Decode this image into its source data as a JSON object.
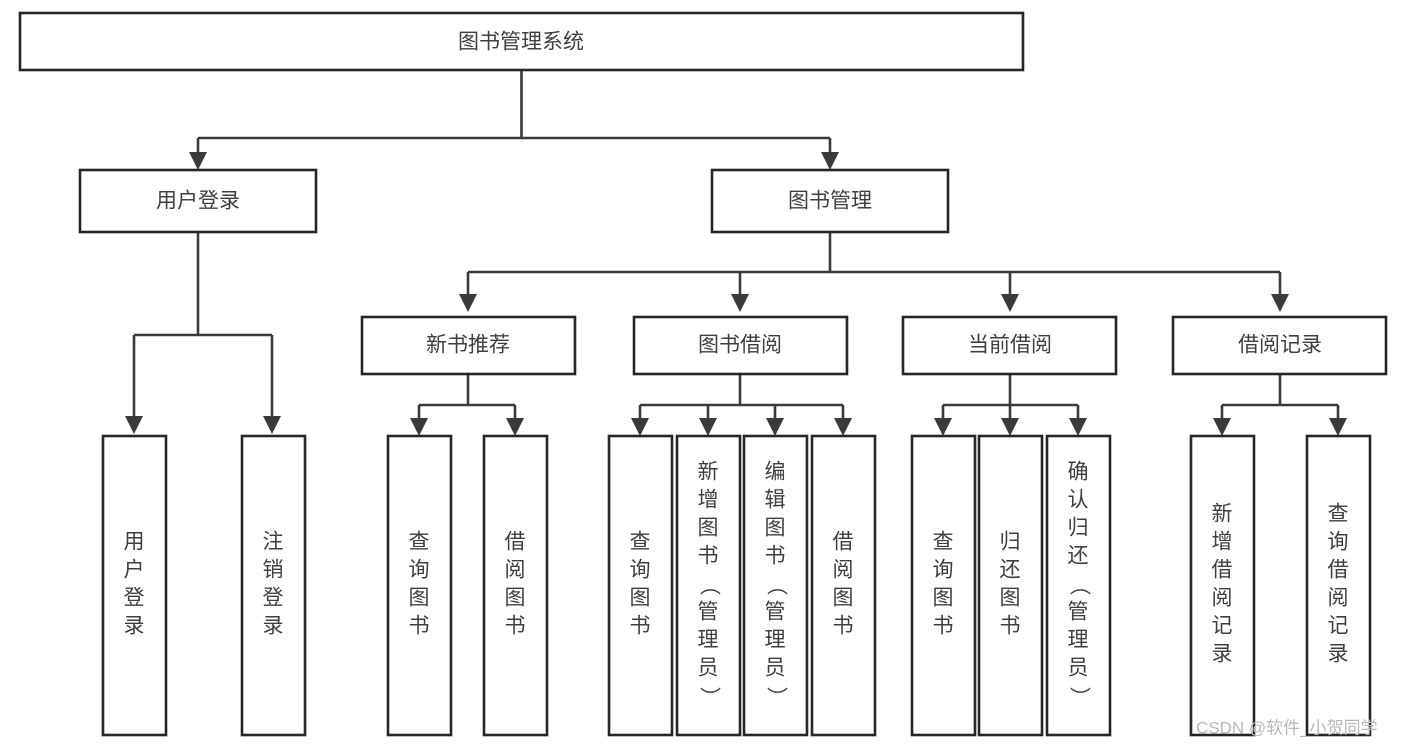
{
  "diagram": {
    "type": "tree-hierarchy",
    "title": "图书管理系统",
    "orientation": "top-down",
    "colors": {
      "box_stroke": "#262626",
      "box_fill": "#ffffff",
      "connector": "#3a3a3a",
      "label_text": "#3f3f3f",
      "watermark": "#b9b9b9",
      "background": "#ffffff"
    },
    "root": {
      "label": "图书管理系统",
      "orientation": "horizontal"
    },
    "level2": [
      {
        "label": "用户登录",
        "orientation": "horizontal"
      },
      {
        "label": "图书管理",
        "orientation": "horizontal"
      }
    ],
    "level3": [
      {
        "label": "新书推荐",
        "orientation": "horizontal"
      },
      {
        "label": "图书借阅",
        "orientation": "horizontal"
      },
      {
        "label": "当前借阅",
        "orientation": "horizontal"
      },
      {
        "label": "借阅记录",
        "orientation": "horizontal"
      }
    ],
    "leaves": {
      "user_login": [
        {
          "label": "用户登录",
          "orientation": "vertical"
        },
        {
          "label": "注销登录",
          "orientation": "vertical"
        }
      ],
      "new_book_recommend": [
        {
          "label": "查询图书",
          "orientation": "vertical"
        },
        {
          "label": "借阅图书",
          "orientation": "vertical"
        }
      ],
      "book_borrow": [
        {
          "label": "查询图书",
          "orientation": "vertical"
        },
        {
          "label": "新增图书（管理员）",
          "orientation": "vertical"
        },
        {
          "label": "编辑图书（管理员）",
          "orientation": "vertical"
        },
        {
          "label": "借阅图书",
          "orientation": "vertical"
        }
      ],
      "current_borrow": [
        {
          "label": "查询图书",
          "orientation": "vertical"
        },
        {
          "label": "归还图书",
          "orientation": "vertical"
        },
        {
          "label": "确认归还（管理员）",
          "orientation": "vertical"
        }
      ],
      "borrow_record": [
        {
          "label": "新增借阅记录",
          "orientation": "vertical"
        },
        {
          "label": "查询借阅记录",
          "orientation": "vertical"
        }
      ]
    },
    "watermark": "CSDN @软件_小贺同学"
  },
  "chart_data": {
    "type": "table",
    "title": "图书管理系统 功能结构图",
    "nodes": [
      {
        "id": "root",
        "label": "图书管理系统",
        "level": 0,
        "parent": null
      },
      {
        "id": "user-login",
        "label": "用户登录",
        "level": 1,
        "parent": "root"
      },
      {
        "id": "book-manage",
        "label": "图书管理",
        "level": 1,
        "parent": "root"
      },
      {
        "id": "new-book",
        "label": "新书推荐",
        "level": 2,
        "parent": "book-manage"
      },
      {
        "id": "book-borrow",
        "label": "图书借阅",
        "level": 2,
        "parent": "book-manage"
      },
      {
        "id": "current-borrow",
        "label": "当前借阅",
        "level": 2,
        "parent": "book-manage"
      },
      {
        "id": "borrow-record",
        "label": "借阅记录",
        "level": 2,
        "parent": "book-manage"
      },
      {
        "id": "leaf-1",
        "label": "用户登录",
        "level": 2,
        "parent": "user-login"
      },
      {
        "id": "leaf-2",
        "label": "注销登录",
        "level": 2,
        "parent": "user-login"
      },
      {
        "id": "leaf-3",
        "label": "查询图书",
        "level": 3,
        "parent": "new-book"
      },
      {
        "id": "leaf-4",
        "label": "借阅图书",
        "level": 3,
        "parent": "new-book"
      },
      {
        "id": "leaf-5",
        "label": "查询图书",
        "level": 3,
        "parent": "book-borrow"
      },
      {
        "id": "leaf-6",
        "label": "新增图书（管理员）",
        "level": 3,
        "parent": "book-borrow"
      },
      {
        "id": "leaf-7",
        "label": "编辑图书（管理员）",
        "level": 3,
        "parent": "book-borrow"
      },
      {
        "id": "leaf-8",
        "label": "借阅图书",
        "level": 3,
        "parent": "book-borrow"
      },
      {
        "id": "leaf-9",
        "label": "查询图书",
        "level": 3,
        "parent": "current-borrow"
      },
      {
        "id": "leaf-10",
        "label": "归还图书",
        "level": 3,
        "parent": "current-borrow"
      },
      {
        "id": "leaf-11",
        "label": "确认归还（管理员）",
        "level": 3,
        "parent": "current-borrow"
      },
      {
        "id": "leaf-12",
        "label": "新增借阅记录",
        "level": 3,
        "parent": "borrow-record"
      },
      {
        "id": "leaf-13",
        "label": "查询借阅记录",
        "level": 3,
        "parent": "borrow-record"
      }
    ]
  }
}
